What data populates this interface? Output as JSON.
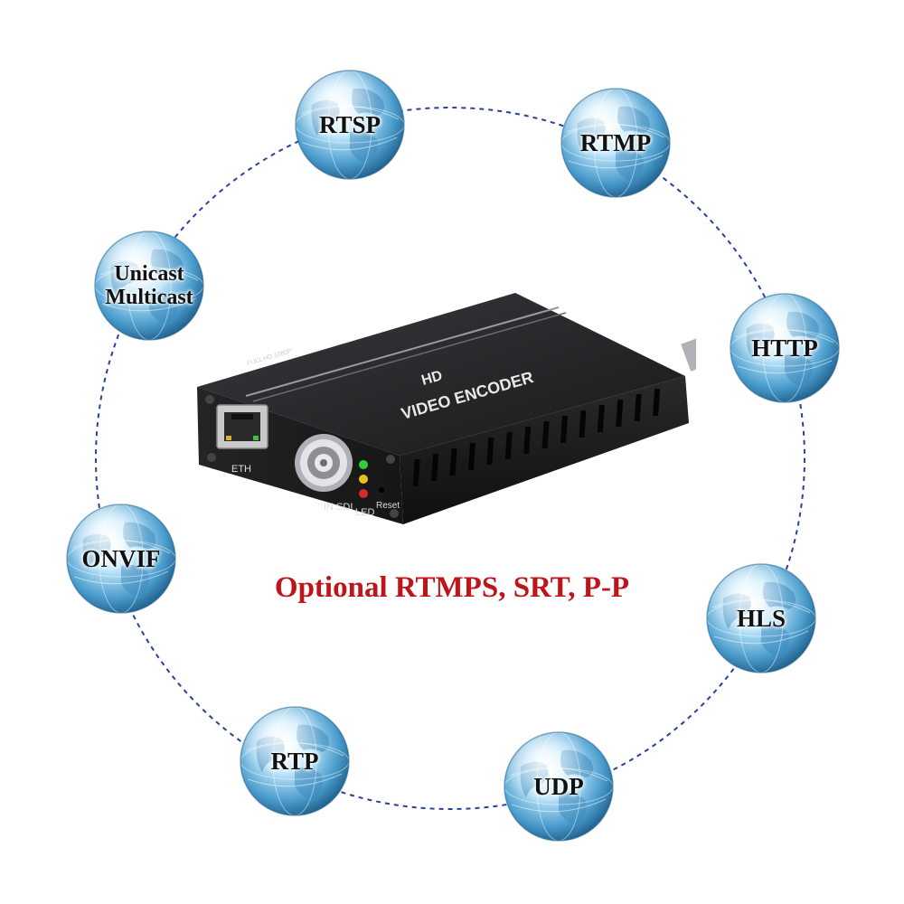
{
  "protocols": {
    "rtsp": "RTSP",
    "rtmp": "RTMP",
    "unicast_multicast": "Unicast\nMulticast",
    "http": "HTTP",
    "onvif": "ONVIF",
    "hls": "HLS",
    "rtp": "RTP",
    "udp": "UDP"
  },
  "tagline": "Optional RTMPS, SRT, P-P",
  "device": {
    "title_line1": "HD",
    "title_line2": "VIDEO ENCODER",
    "badge": "FULL HD 1080P",
    "eth_label": "ETH",
    "sdi_label": "IN SDI",
    "led_label": "LED",
    "reset_label": "Reset"
  },
  "colors": {
    "tagline": "#c0141b",
    "dashed_ring": "#2b3f9e",
    "globe_light": "#d9f1ff",
    "globe_dark": "#1f6f9f",
    "device_body": "#1c1c1e"
  },
  "icons": {
    "globe": "globe-icon",
    "ethernet": "ethernet-port-icon",
    "bnc": "bnc-connector-icon"
  }
}
